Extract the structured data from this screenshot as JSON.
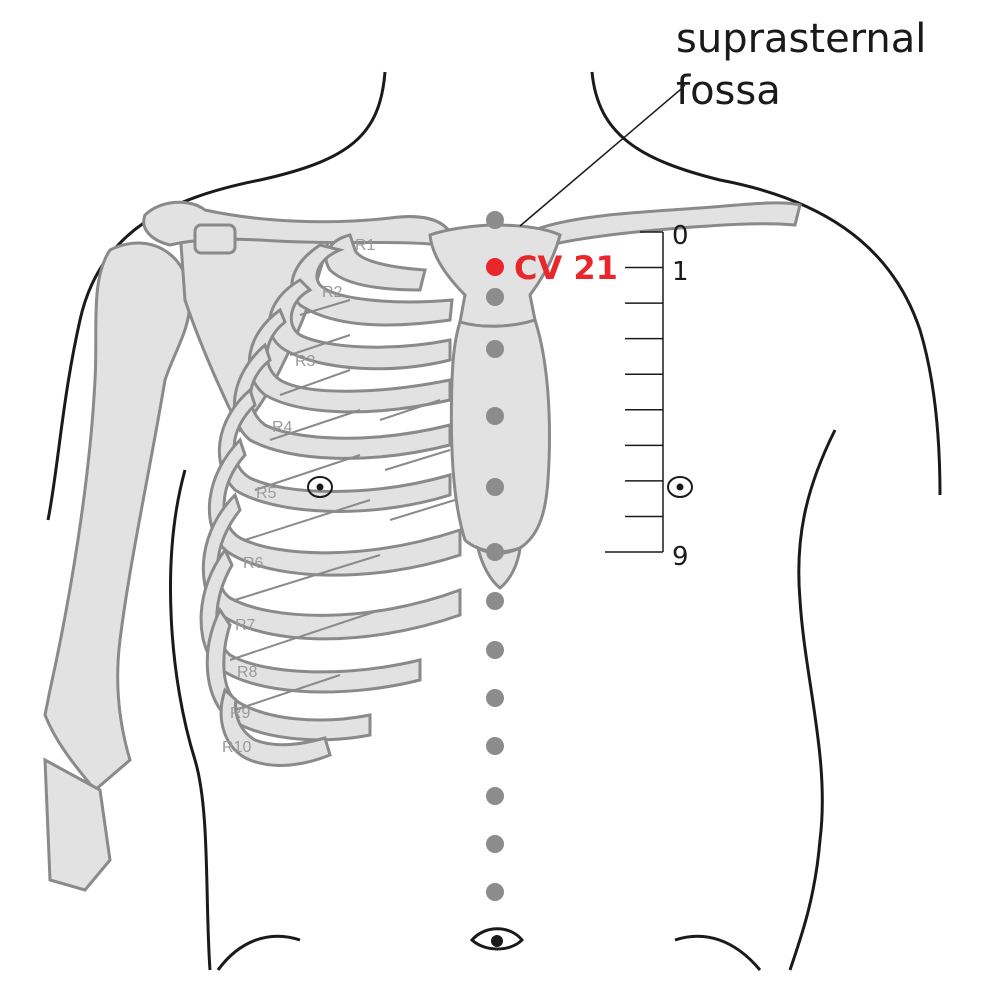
{
  "callout": {
    "line1": "suprasternal",
    "line2": "fossa"
  },
  "acupoint": {
    "label": "CV 21",
    "color": "#e8262b"
  },
  "scale": {
    "top_label": "0",
    "second_label": "1",
    "bottom_label": "9",
    "divisions": 9
  },
  "ribs": [
    "R1",
    "R2",
    "R3",
    "R4",
    "R5",
    "R6",
    "R7",
    "R8",
    "R9",
    "R10"
  ],
  "colors": {
    "outline": "#1a1a1a",
    "bone_fill": "#e2e2e2",
    "bone_stroke": "#8a8a8a",
    "point_gray": "#8c8c8c"
  },
  "icons": {
    "nipple": "nipple-icon",
    "navel": "navel-icon"
  }
}
